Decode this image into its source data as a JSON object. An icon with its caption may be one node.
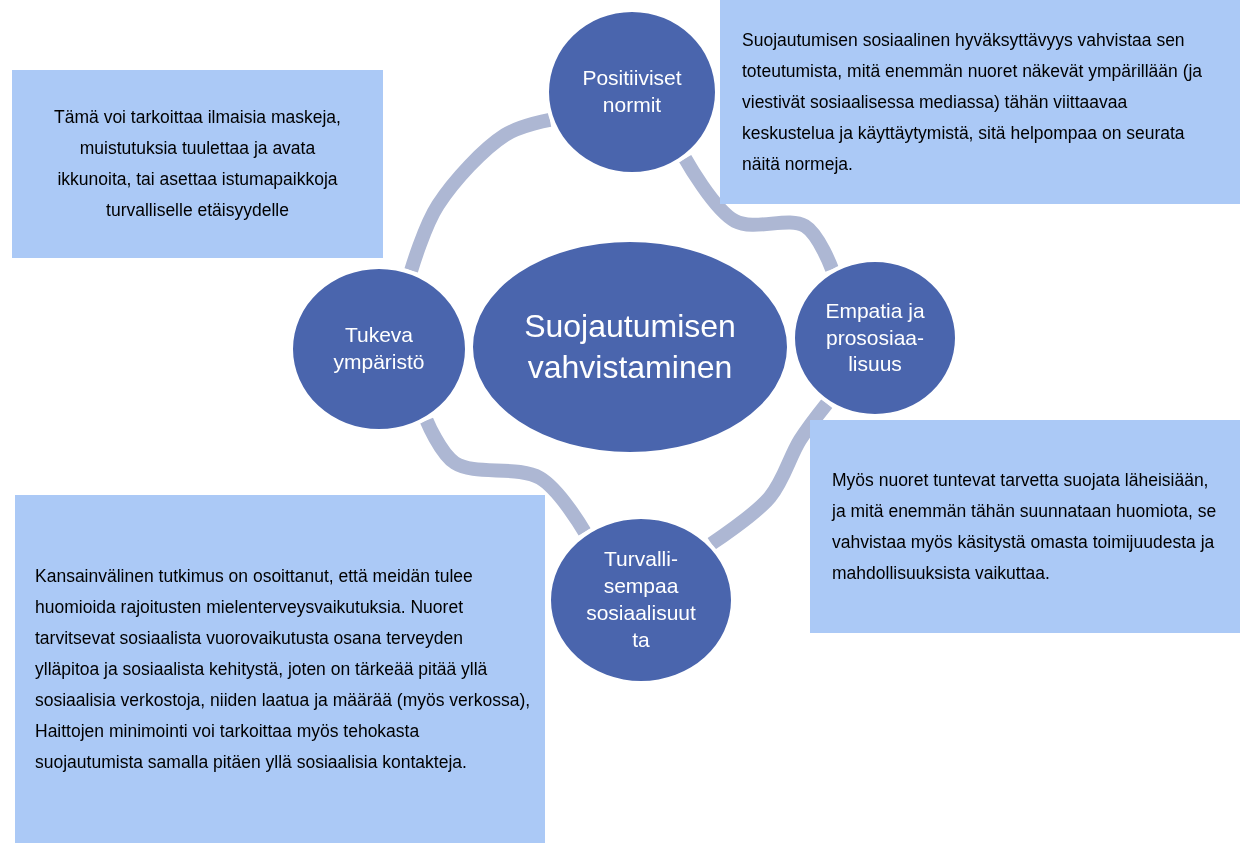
{
  "diagram": {
    "nodes": [
      {
        "text": [
          "Positiiviset normit"
        ]
      },
      {
        "text": [
          "Suojautumisen sosiaalinen hyväksyttävyys vahvistaa sen toteutumista, mitä enemmän nuoret näkevät ympärillään (ja viestivät sosiaalisessa mediassa) tähän viittaavaa keskustelua ja käyttäytymistä, sitä helpompaa on seurata näitä normeja."
        ]
      },
      {
        "text": [
          "Tämä voi tarkoittaa ilmaisia maskeja, muistutuksia tuulettaa ja avata ikkunoita, tai asettaa istumapaikkoja turvalliselle etäisyydelle"
        ]
      },
      {
        "text": [
          "Tukeva ympäristö"
        ]
      },
      {
        "text": [
          "Suojautumisen vahvistaminen"
        ]
      },
      {
        "text": [
          "Empatia ja prososiaa- lisuus"
        ]
      },
      {
        "text": [
          "Myös nuoret tuntevat tarvetta suojata läheisiään, ja mitä enemmän tähän suunnataan huomiota, se vahvistaa myös käsitystä omasta toimijuudesta ja mahdollisuuksista vaikuttaa."
        ]
      },
      {
        "text": [
          "Turvalli- sempaa sosiaalisuut ta"
        ]
      },
      {
        "text": [
          "Kansainvälinen tutkimus on osoittanut, että meidän tulee huomioida rajoitusten mielenterveysvaikutuksia. Nuoret tarvitsevat sosiaalista vuorovaikutusta osana terveyden ylläpitoa ja sosiaalista kehitystä, joten on tärkeää pitää yllä sosiaalisia verkostoja, niiden laatua ja määrää (myös verkossa), Haittojen minimointi voi tarkoittaa myös tehokasta suojautumista samalla pitäen yllä sosiaalisia kontakteja."
        ]
      }
    ],
    "edges": [
      {
        "from": 0,
        "to": 5,
        "arrow": "none"
      },
      {
        "from": 5,
        "to": 7,
        "arrow": "none"
      },
      {
        "from": 7,
        "to": 3,
        "arrow": "none"
      },
      {
        "from": 3,
        "to": 0,
        "arrow": "none"
      }
    ]
  }
}
